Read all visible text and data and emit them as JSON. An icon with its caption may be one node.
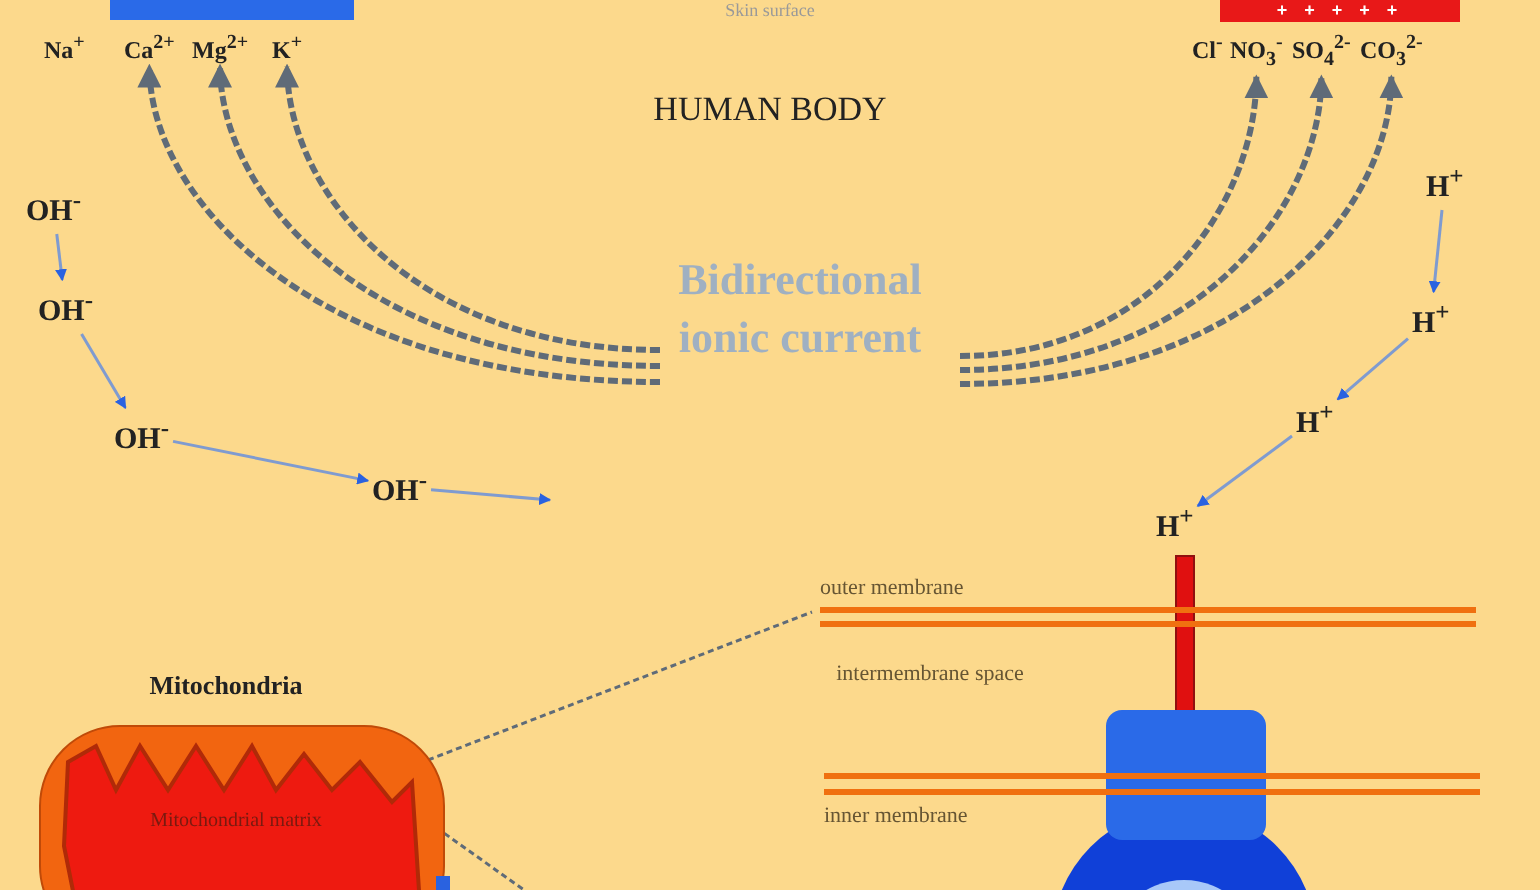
{
  "diagram": {
    "title": "HUMAN BODY",
    "nodes": [
      {
        "text": [],
        "shape": "bar"
      },
      {
        "text": [
          "+ + + + +"
        ]
      },
      {
        "text": [
          "Na$^{+}$"
        ]
      },
      {
        "text": [
          "Ca$^{2+}$"
        ]
      },
      {
        "text": [
          "Mg$^{2+}$"
        ]
      },
      {
        "text": [
          "K$^{+}$"
        ]
      },
      {
        "text": [
          "Cl$^{-}$"
        ]
      },
      {
        "text": [
          "NO$_{3}$$^{-}$"
        ]
      },
      {
        "text": [
          "SO$_{4}$$^{2-}$"
        ]
      },
      {
        "text": [
          "CO$_{3}$$^{2-}$"
        ]
      },
      {
        "text": [
          "OH$^{-}$"
        ]
      },
      {
        "text": [
          "OH$^{-}$"
        ]
      },
      {
        "text": [
          "OH$^{-}$"
        ]
      },
      {
        "text": [
          "OH$^{-}$"
        ]
      },
      {
        "text": [
          "H$^{+}$"
        ]
      },
      {
        "text": [
          "H$^{+}$"
        ]
      },
      {
        "text": [
          "H$^{+}$"
        ]
      },
      {
        "text": [
          "H$^{+}$"
        ]
      },
      {
        "text": [
          "Mitochondria",
          "Mitochondrial matrix"
        ]
      },
      {
        "text": [],
        "shape": "picture"
      }
    ],
    "edges": [
      {
        "from": null,
        "to": 3,
        "arrow": "to",
        "style": "dashed",
        "color": "#5f6b78"
      },
      {
        "from": null,
        "to": 4,
        "arrow": "to",
        "style": "dashed",
        "color": "#5f6b78"
      },
      {
        "from": null,
        "to": 5,
        "arrow": "to",
        "style": "dashed",
        "color": "#5f6b78"
      },
      {
        "from": null,
        "to": 7,
        "arrow": "to",
        "style": "dashed",
        "color": "#5f6b78"
      },
      {
        "from": null,
        "to": 8,
        "arrow": "to",
        "style": "dashed",
        "color": "#5f6b78"
      },
      {
        "from": null,
        "to": 9,
        "arrow": "to",
        "style": "dashed",
        "color": "#5f6b78"
      },
      {
        "from": 10,
        "to": 11,
        "arrow": "to"
      },
      {
        "from": 11,
        "to": 12,
        "arrow": "to"
      },
      {
        "from": 12,
        "to": 13,
        "arrow": "to"
      },
      {
        "from": 13,
        "to": null,
        "arrow": "to"
      },
      {
        "from": 14,
        "to": 15,
        "arrow": "to"
      },
      {
        "from": 15,
        "to": 16,
        "arrow": "to"
      },
      {
        "from": 16,
        "to": 17,
        "arrow": "to"
      },
      {
        "from": 18,
        "to": 19,
        "arrow": "none",
        "style": "dashed",
        "color": "#5f6b78"
      },
      {
        "from": 18,
        "to": null,
        "arrow": "none",
        "style": "dashed",
        "color": "#5f6b78"
      }
    ],
    "labels": [
      "Skin surface",
      "Bidirectional ionic current",
      "outer membrane",
      "intermembrane space",
      "inner membrane"
    ]
  }
}
